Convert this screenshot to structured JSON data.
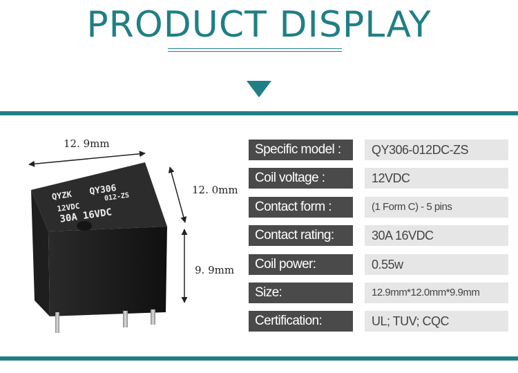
{
  "header": {
    "title": "PRODUCT DISPLAY"
  },
  "product_photo": {
    "dimensions": {
      "width": "12. 9mm",
      "depth": "12. 0mm",
      "height": "9. 9mm"
    },
    "relay_marking": {
      "brand": "QYZK",
      "model": "QY306",
      "variant": "012-ZS",
      "voltage": "12VDC",
      "rating": "30A 16VDC"
    }
  },
  "specs": [
    {
      "label": "Specific model :",
      "value": "QY306-012DC-ZS"
    },
    {
      "label": "Coil voltage :",
      "value": "12VDC"
    },
    {
      "label": "Contact form :",
      "value": "(1 Form C) - 5 pins"
    },
    {
      "label": "Contact rating:",
      "value": "30A 16VDC"
    },
    {
      "label": "Coil power:",
      "value": "0.55w"
    },
    {
      "label": "Size:",
      "value": "12.9mm*12.0mm*9.9mm"
    },
    {
      "label": "Certification:",
      "value": "UL; TUV; CQC"
    }
  ],
  "colors": {
    "accent": "#1f7f86",
    "label_bg": "#4a4a4a",
    "value_bg": "#e6e6e6"
  }
}
